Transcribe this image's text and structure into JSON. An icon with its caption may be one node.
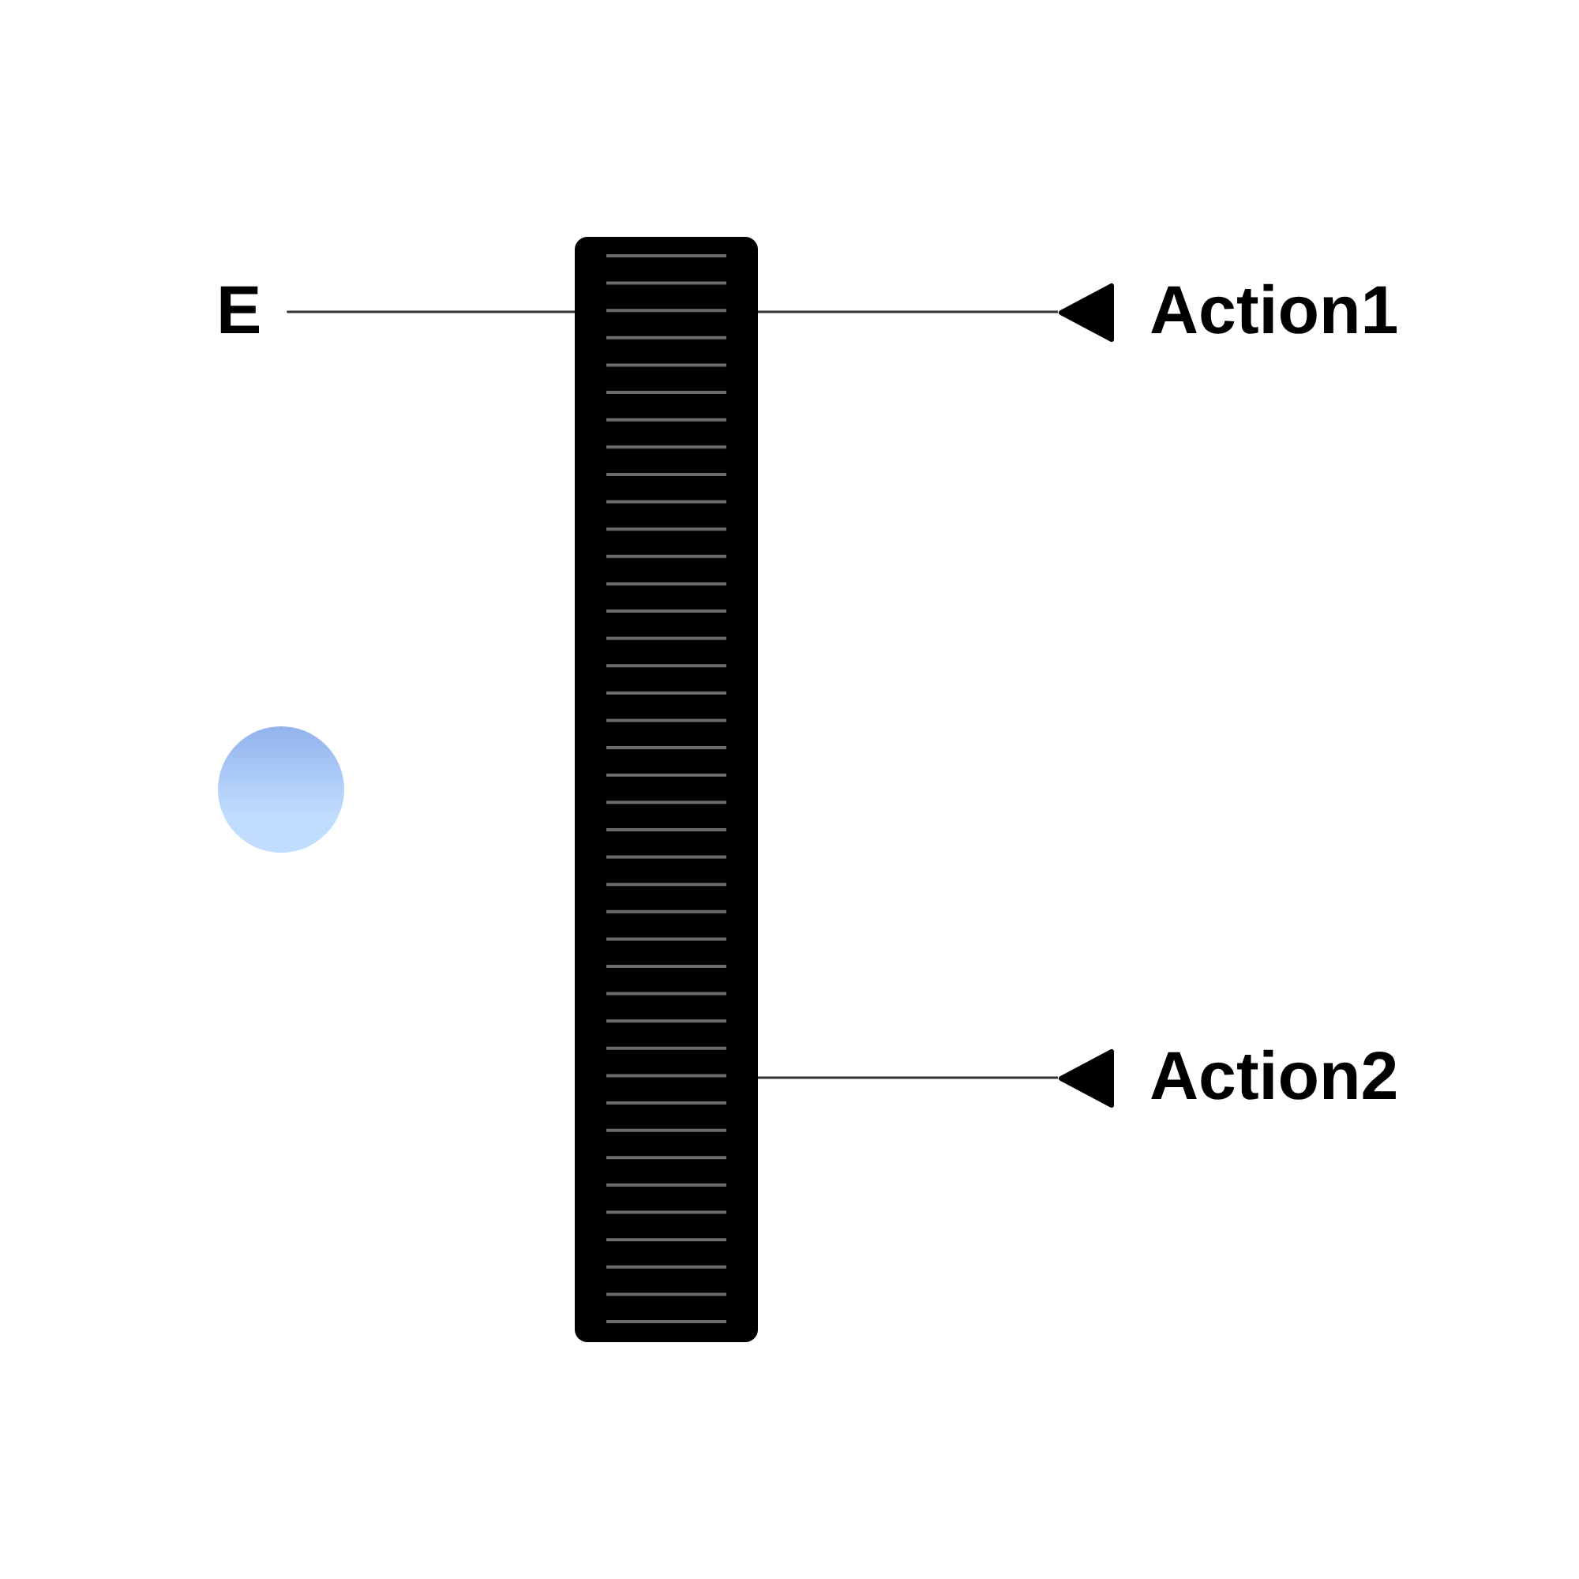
{
  "diagram": {
    "nodes": [
      {
        "text": [],
        "shape": "bar"
      },
      {
        "text": [
          "E"
        ]
      },
      {
        "text": [
          "Action1"
        ]
      },
      {
        "text": [
          "Action2"
        ]
      },
      {
        "text": [],
        "shape": "circle"
      }
    ],
    "edges": [
      {
        "from": 1,
        "to": 0,
        "arrow": "none"
      },
      {
        "from": 0,
        "to": 2,
        "arrow": "none"
      },
      {
        "from": 0,
        "to": 3,
        "arrow": "none"
      }
    ]
  }
}
